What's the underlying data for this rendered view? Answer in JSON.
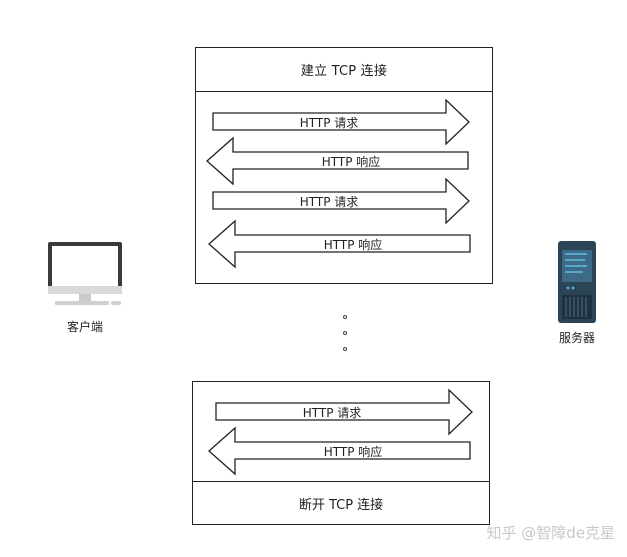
{
  "client": {
    "label": "客户端",
    "icon": "computer-icon"
  },
  "server": {
    "label": "服务器",
    "icon": "server-icon"
  },
  "connect_panel": {
    "title": "建立 TCP 连接",
    "arrows": [
      {
        "direction": "right",
        "label": "HTTP 请求"
      },
      {
        "direction": "left",
        "label": "HTTP 响应"
      },
      {
        "direction": "right",
        "label": "HTTP 请求"
      },
      {
        "direction": "left",
        "label": "HTTP 响应"
      }
    ]
  },
  "ellipsis": "。。。",
  "close_panel": {
    "title": "断开 TCP 连接",
    "arrows": [
      {
        "direction": "right",
        "label": "HTTP 请求"
      },
      {
        "direction": "left",
        "label": "HTTP 响应"
      }
    ]
  },
  "watermark": "知乎 @智障de克星",
  "colors": {
    "line": "#222222",
    "server_body": "#2b4556",
    "server_accent": "#5aa7c9"
  }
}
